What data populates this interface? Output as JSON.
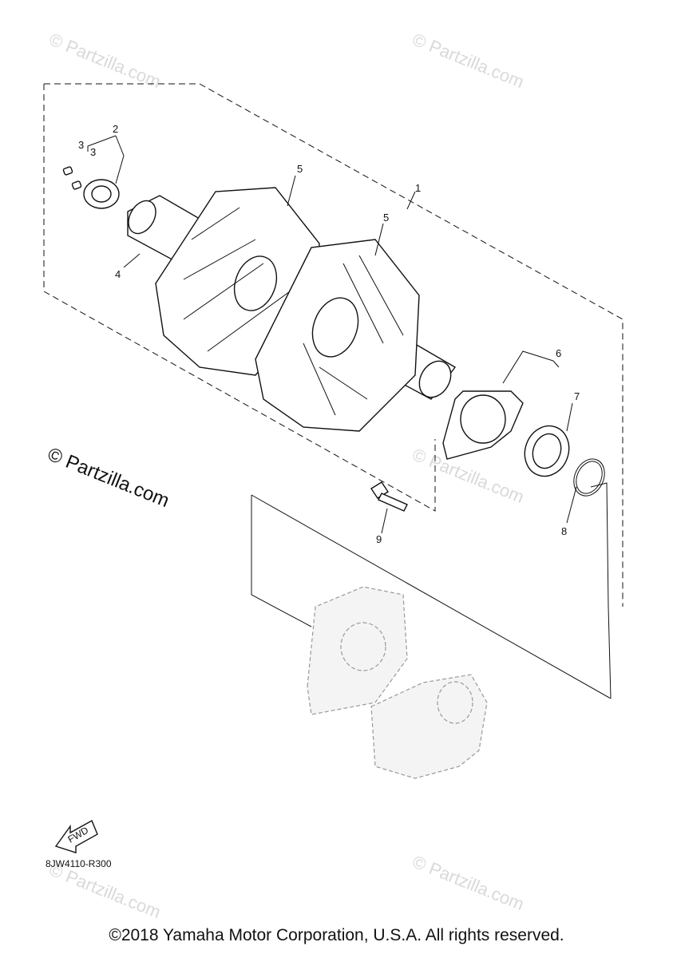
{
  "watermarks": {
    "light": "© Partzilla.com",
    "main": "© Partzilla.com"
  },
  "callouts": [
    "1",
    "2",
    "3",
    "3",
    "4",
    "5",
    "5",
    "6",
    "7",
    "8",
    "9"
  ],
  "fwd_label": "FWD",
  "diagram_code": "8JW4110-R300",
  "copyright": "©2018 Yamaha Motor Corporation, U.S.A. All rights reserved."
}
